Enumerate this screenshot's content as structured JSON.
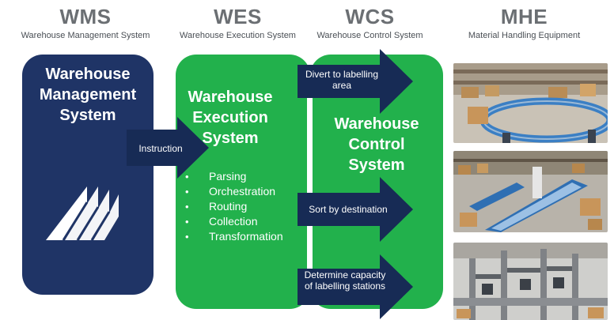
{
  "columns": {
    "wms": {
      "abbr": "WMS",
      "full": "Warehouse Management System"
    },
    "wes": {
      "abbr": "WES",
      "full": "Warehouse Execution System"
    },
    "wcs": {
      "abbr": "WCS",
      "full": "Warehouse Control System"
    },
    "mhe": {
      "abbr": "MHE",
      "full": "Material Handling Equipment"
    }
  },
  "wms_panel": {
    "title": "Warehouse Management System"
  },
  "wes_panel": {
    "title": "Warehouse Execution System",
    "items": [
      "Parsing",
      "Orchestration",
      "Routing",
      "Collection",
      "Transformation"
    ]
  },
  "wcs_panel": {
    "title": "Warehouse Control System"
  },
  "arrows": {
    "instruction": "Instruction",
    "divert": "Divert to labelling area",
    "sort": "Sort by destination",
    "capacity": "Determine capacity of labelling stations"
  },
  "colors": {
    "navy": "#1f3466",
    "green": "#22b14c",
    "arrow": "#172b55",
    "heading": "#6b6f73"
  },
  "mhe_images": [
    "conveyor-curve-photo",
    "sortation-conveyor-photo",
    "labelling-stations-photo"
  ]
}
